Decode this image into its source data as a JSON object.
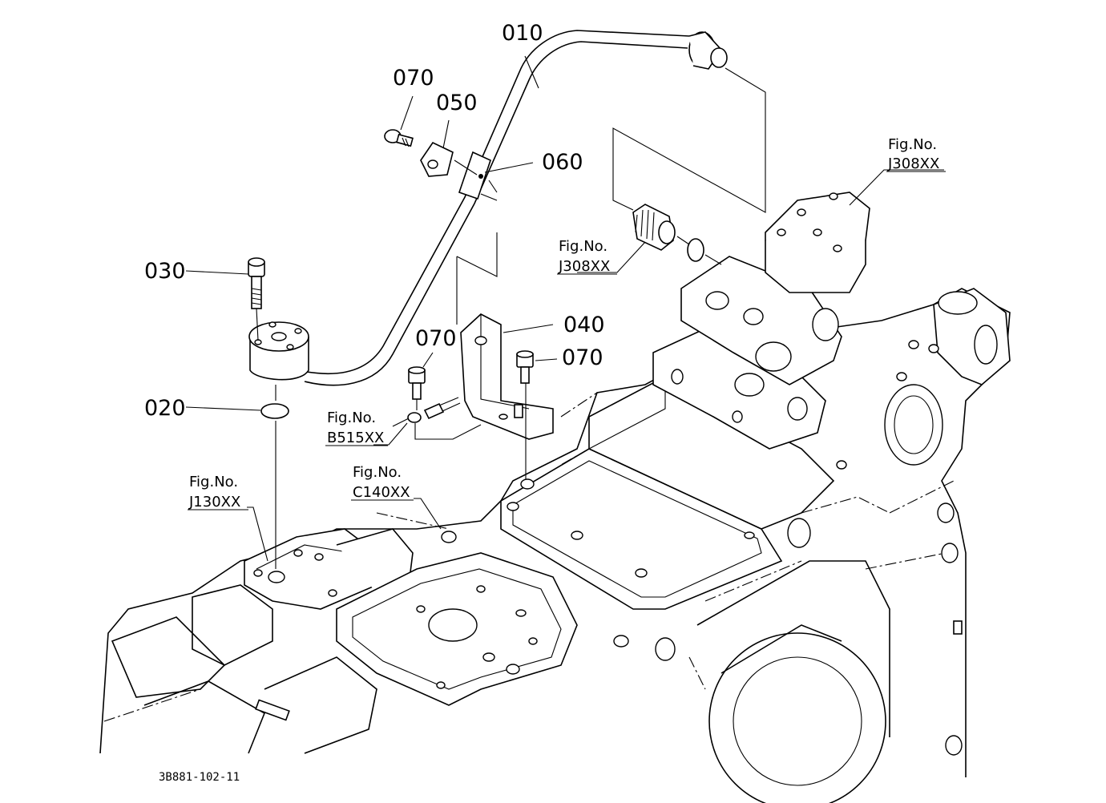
{
  "diagram": {
    "part_callouts": {
      "p010": "010",
      "p020": "020",
      "p030": "030",
      "p040": "040",
      "p050": "050",
      "p060": "060",
      "p070_a": "070",
      "p070_b": "070",
      "p070_c": "070"
    },
    "figure_references": {
      "j308_right": {
        "line1": "Fig.No.",
        "line2": "J308XX"
      },
      "j308_center": {
        "line1": "Fig.No.",
        "line2": "J308XX"
      },
      "b515": {
        "line1": "Fig.No.",
        "line2": "B515XX"
      },
      "c140": {
        "line1": "Fig.No.",
        "line2": "C140XX"
      },
      "j130": {
        "line1": "Fig.No.",
        "line2": "J130XX"
      }
    },
    "drawing_code": "3B881-102-11"
  }
}
